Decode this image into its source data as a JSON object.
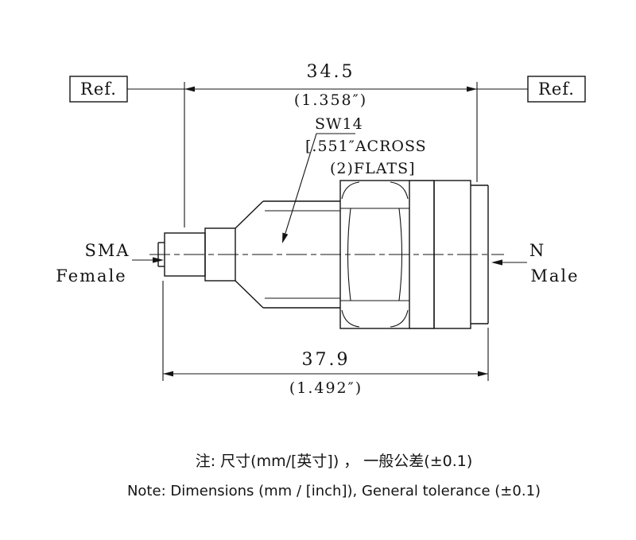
{
  "drawing": {
    "ref_left": "Ref.",
    "ref_right": "Ref.",
    "dim_top": {
      "mm": "34.5",
      "inch": "(1.358″)"
    },
    "dim_bottom": {
      "mm": "37.9",
      "inch": "(1.492″)"
    },
    "hex_callout": {
      "line1": "SW14",
      "line2": "[.551″ACROSS",
      "line3": "(2)FLATS]"
    },
    "left_connector": {
      "line1": "SMA",
      "line2": "Female"
    },
    "right_connector": {
      "line1": "N",
      "line2": "Male"
    },
    "notes": {
      "cn": "注: 尺寸(mm/[英寸]) ， 一般公差(±0.1)",
      "en": "Note: Dimensions (mm / [inch]), General tolerance (±0.1)"
    }
  }
}
